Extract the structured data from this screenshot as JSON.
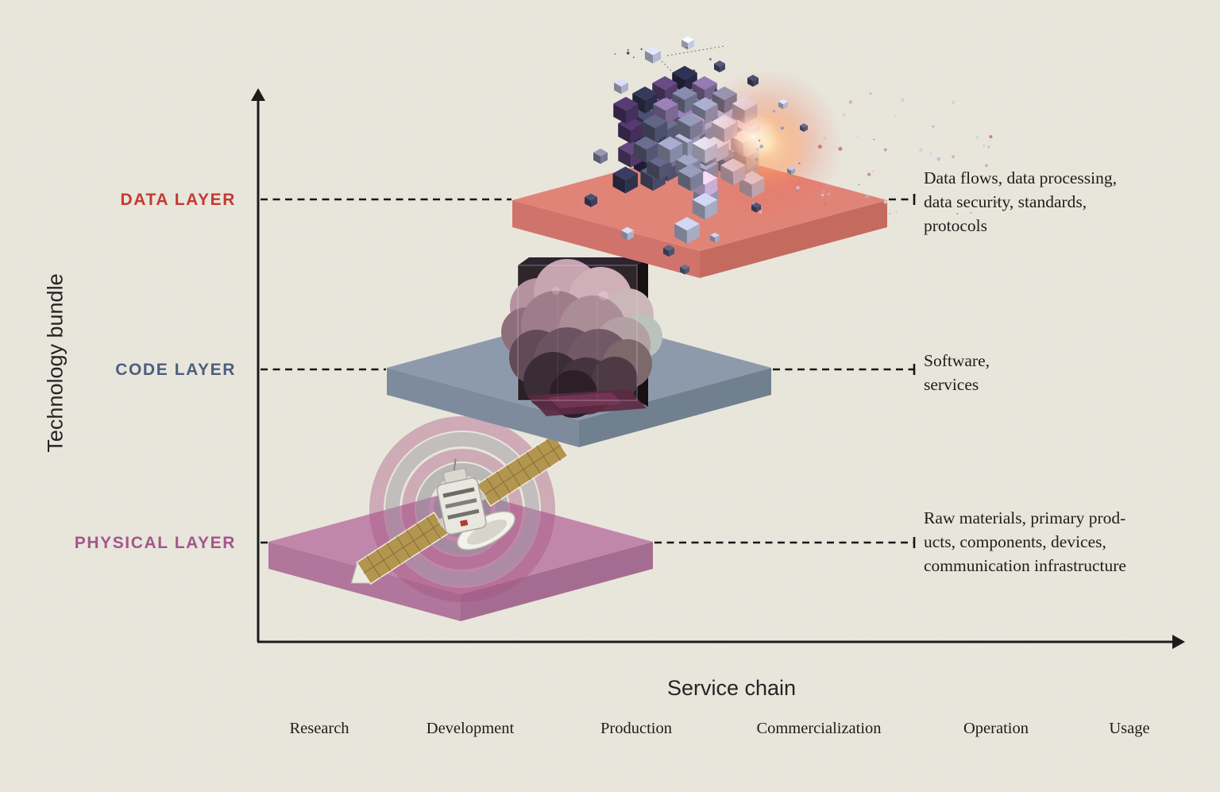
{
  "canvas": {
    "background_color": "#e9e7dc",
    "ink_color": "#1c1c1c"
  },
  "y_axis": {
    "title": "Technology bundle"
  },
  "x_axis": {
    "title": "Service chain",
    "labels": [
      "Research",
      "Development",
      "Production",
      "Commercialization",
      "Operation",
      "Usage"
    ]
  },
  "layers": [
    {
      "id": "data",
      "label": "DATA LAYER",
      "label_color": "#c43a31",
      "platform_color": "#e18478",
      "annotation": "Data flows, data processing,\ndata security, standards,\nprotocols",
      "illustration": "exploding-data-cube-icon"
    },
    {
      "id": "code",
      "label": "CODE LAYER",
      "label_color": "#4c5f80",
      "platform_color": "#8d9aab",
      "annotation": "Software,\nservices",
      "illustration": "cloud-in-glass-cube-icon"
    },
    {
      "id": "physical",
      "label": "PHYSICAL LAYER",
      "label_color": "#a4568b",
      "platform_color": "#c187ab",
      "annotation": "Raw materials, primary prod-\nucts, components, devices,\ncommunication infrastructure",
      "illustration": "satellite-signal-rings-icon"
    }
  ]
}
